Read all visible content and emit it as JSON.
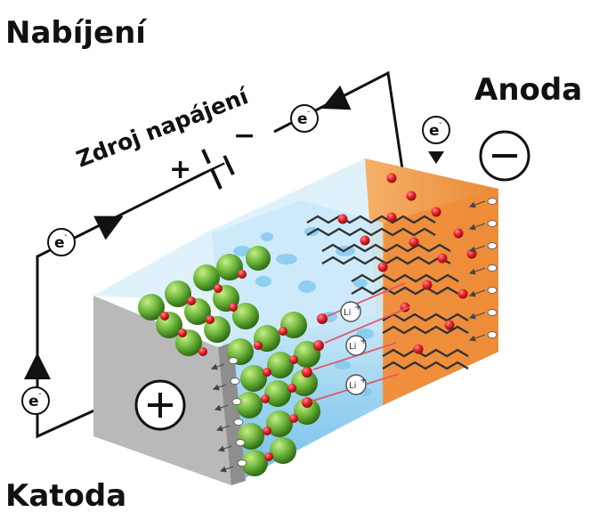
{
  "title": "Nabíjení",
  "power_source_label": "Zdroj napájení",
  "anode_label": "Anoda",
  "cathode_label": "Katoda",
  "plus_sign": "+",
  "minus_sign": "−",
  "electron_label": "e",
  "electron_superscript": "-",
  "lithium_ion_label": "Li",
  "lithium_ion_superscript": "+",
  "colors": {
    "anode": "#f39a4f",
    "separator": "#bfe4f8",
    "electrolyte": "#9fd2f0",
    "cathode_plate": "#b8b8b8",
    "cathode_particle": "#6bb33a",
    "lithium": "#e3202a",
    "graphite": "#3a3a3a",
    "wire": "#111111"
  },
  "icons": [
    "battery-symbol-icon",
    "electron-badge-icon",
    "lithium-ion-badge-icon",
    "graphite-layer-icon"
  ]
}
